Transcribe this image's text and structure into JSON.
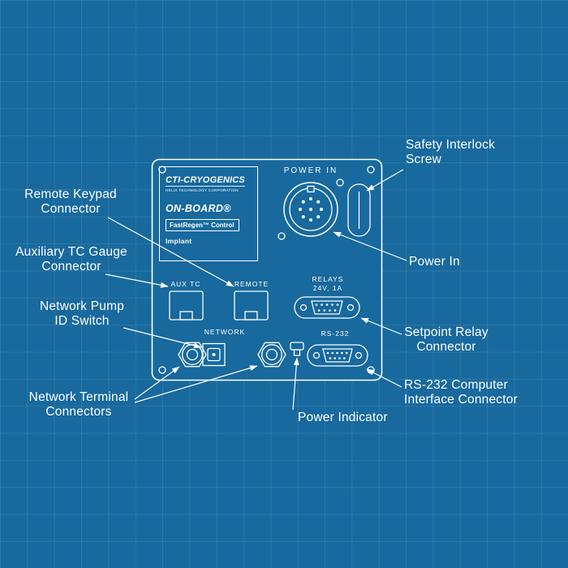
{
  "colors": {
    "background": "#17699E",
    "grid_line": "rgba(255,255,255,0.09)",
    "stroke": "#FFFFFF",
    "text": "#FFFFFF"
  },
  "panel": {
    "logo": {
      "brand": "CTI-CRYOGENICS",
      "subtitle": "HELIX TECHNOLOGY CORPORATION",
      "product": "ON-BOARD®",
      "feature": "FastRegen™ Control",
      "model": "Implant"
    },
    "labels": {
      "power_in": "POWER IN",
      "aux_tc": "AUX TC",
      "remote": "REMOTE",
      "relays_line1": "RELAYS",
      "relays_line2": "24V, 1A",
      "network": "NETWORK",
      "rs232": "RS-232"
    }
  },
  "callouts": {
    "safety_interlock": {
      "line1": "Safety Interlock",
      "line2": "Screw"
    },
    "remote_keypad": {
      "line1": "Remote Keypad",
      "line2": "Connector"
    },
    "aux_tc_gauge": {
      "line1": "Auxiliary TC Gauge",
      "line2": "Connector"
    },
    "network_pump_id": {
      "line1": "Network Pump",
      "line2": "ID Switch"
    },
    "power_in": {
      "line1": "Power In"
    },
    "setpoint_relay": {
      "line1": "Setpoint Relay",
      "line2": "Connector"
    },
    "rs232_interface": {
      "line1": "RS-232 Computer",
      "line2": "Interface Connector"
    },
    "network_terminal": {
      "line1": "Network Terminal",
      "line2": "Connectors"
    },
    "power_indicator": {
      "line1": "Power Indicator"
    }
  }
}
